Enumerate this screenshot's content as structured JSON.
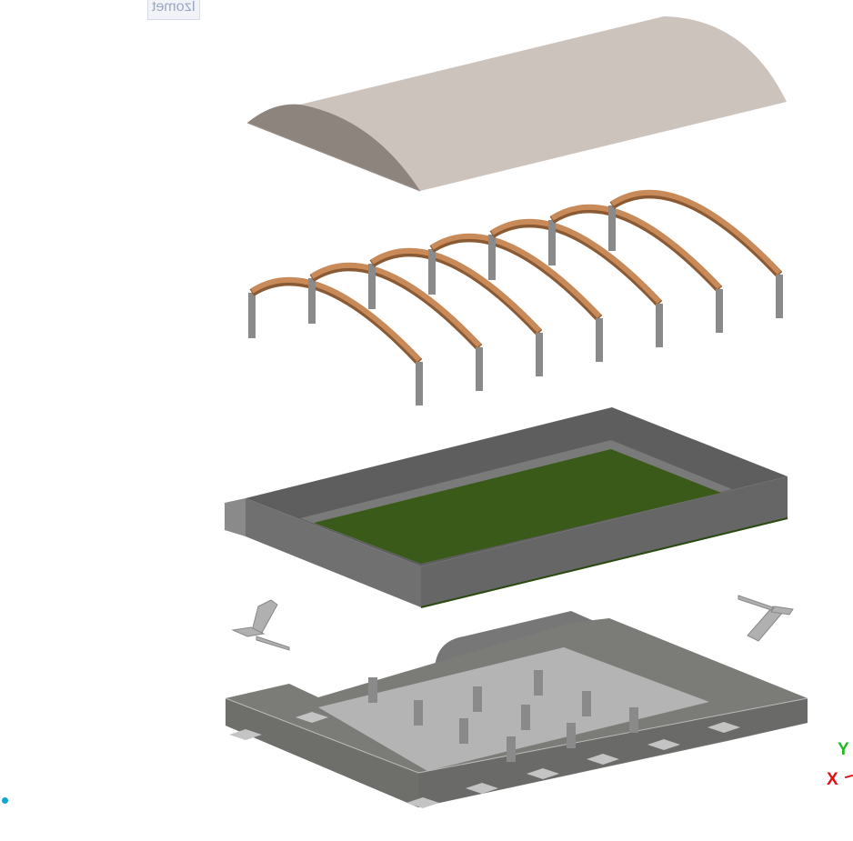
{
  "viewport": {
    "view_label": "Izomet",
    "axes": {
      "y_label": "Y",
      "x_label": "X"
    },
    "colors": {
      "roof_top": "#cdc3bd",
      "roof_end": "#8e847e",
      "arch": "#c98a5a",
      "post": "#8a8a8a",
      "slab_wall": "#6a6a6a",
      "slab_top": "#5a5a5a",
      "floor": "#3a5a1a",
      "foundation": "#7d7d7a",
      "axis_y": "#22bb22",
      "axis_x": "#dd1111",
      "ucs_dot": "#11a6d0"
    },
    "arch_count": 7
  }
}
